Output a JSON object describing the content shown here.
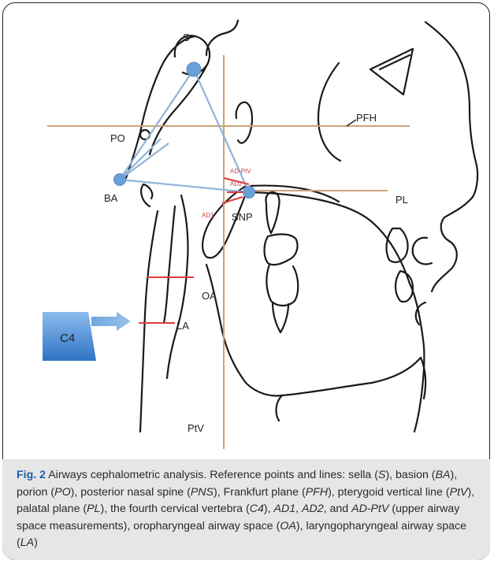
{
  "labels": {
    "s": "S",
    "pfh": "PFH",
    "po": "PO",
    "ba": "BA",
    "ad_ptv": "AD-PtV",
    "ad2": "AD2",
    "ad1": "AD1",
    "snp": "SNP",
    "pl": "PL",
    "oa": "OA",
    "la": "LA",
    "c4": "C4",
    "ptv": "PtV"
  },
  "caption": {
    "fig_no": "Fig. 2",
    "title": " Airways cephalometric analysis. Reference points and lines: ",
    "parts": [
      {
        "t": "sella (",
        "i": "S",
        "e": "), "
      },
      {
        "t": "basion (",
        "i": "BA",
        "e": "), "
      },
      {
        "t": "porion (",
        "i": "PO",
        "e": "), "
      },
      {
        "t": "posterior nasal spine (",
        "i": "PNS",
        "e": "), "
      },
      {
        "t": "Frankfurt plane (",
        "i": "PFH",
        "e": "), "
      },
      {
        "t": "pterygoid vertical line (",
        "i": "PtV",
        "e": "), "
      },
      {
        "t": "palatal plane (",
        "i": "PL",
        "e": "), "
      },
      {
        "t": "the fourth cervical vertebra (",
        "i": "C4",
        "e": "), "
      },
      {
        "t": "",
        "i": "AD1",
        "e": ", "
      },
      {
        "t": "",
        "i": "AD2",
        "e": ", and "
      },
      {
        "t": "",
        "i": "AD-PtV",
        "e": " (upper airway space measurements), "
      },
      {
        "t": "oropharyngeal airway space (",
        "i": "OA",
        "e": "), "
      },
      {
        "t": "laryngopharyngeal airway space (",
        "i": "LA",
        "e": ")"
      }
    ]
  },
  "colors": {
    "outline": "#1a1a1a",
    "reference_line": "#c9a27a",
    "point": "#6a9fd8",
    "point_line": "#8fb4da",
    "measure": "#e03c3c",
    "c4_block": "#4d8fd6"
  }
}
